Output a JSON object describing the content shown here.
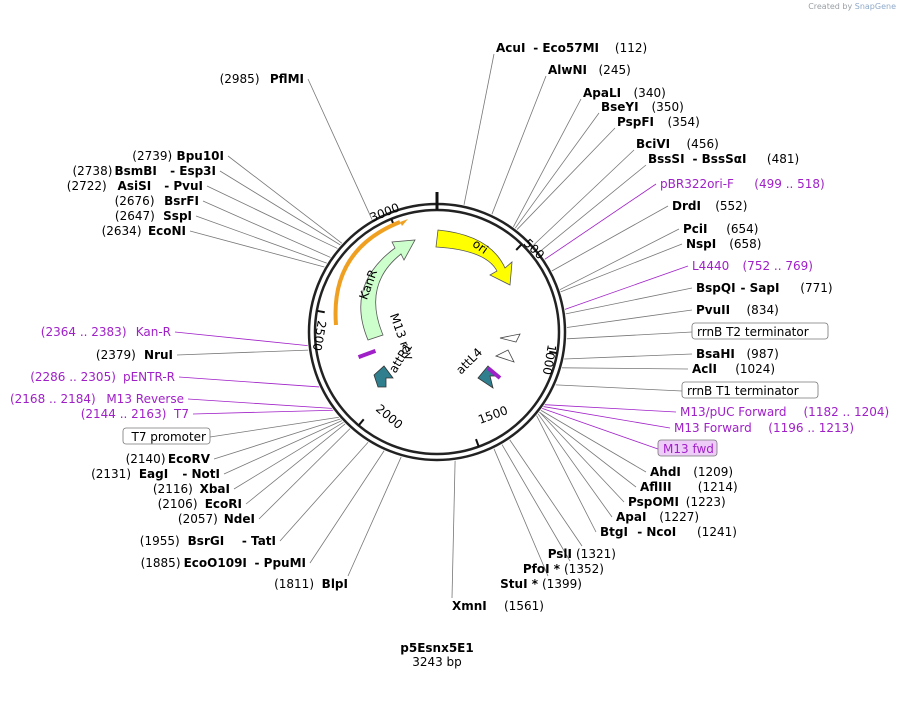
{
  "credit": {
    "prefix": "Created by",
    "brand": "SnapGene"
  },
  "plasmid": {
    "name": "p5Esnx5E1",
    "length": "3243 bp"
  },
  "tick_labels": [
    "3000",
    "500",
    "1000",
    "1500",
    "2000",
    "2500"
  ],
  "features": [
    {
      "name": "ori",
      "color": "#ffff00"
    },
    {
      "name": "KanR",
      "color": "#ccffcc"
    },
    {
      "name": "attL4",
      "color": "#2f7f8f"
    },
    {
      "name": "attR1",
      "color": "#2f7f8f"
    },
    {
      "name": "M13 rev",
      "color": "#a020c8"
    }
  ],
  "enzymes_top": [
    {
      "name": "AcuI",
      "name2": "Eco57MI",
      "pos": "(112)"
    },
    {
      "name": "AlwNI",
      "pos": "(245)"
    },
    {
      "name": "ApaLI",
      "pos": "(340)"
    },
    {
      "name": "BseYI",
      "pos": "(350)"
    },
    {
      "name": "PspFI",
      "pos": "(354)"
    },
    {
      "name": "BciVI",
      "pos": "(456)"
    },
    {
      "name": "BssSI",
      "name2": "BssSαI",
      "pos": "(481)"
    }
  ],
  "right_items": [
    {
      "kind": "primer",
      "name": "pBR322ori-F",
      "pos": "(499 .. 518)"
    },
    {
      "kind": "enzyme",
      "name": "DrdI",
      "pos": "(552)"
    },
    {
      "kind": "enzyme",
      "name": "PciI",
      "pos": "(654)"
    },
    {
      "kind": "enzyme",
      "name": "NspI",
      "pos": "(658)"
    },
    {
      "kind": "primer",
      "name": "L4440",
      "pos": "(752 .. 769)"
    },
    {
      "kind": "enzyme",
      "name": "BspQI",
      "name2": "SapI",
      "pos": "(771)"
    },
    {
      "kind": "enzyme",
      "name": "PvuII",
      "pos": "(834)"
    },
    {
      "kind": "boxed",
      "name": "rrnB T2 terminator"
    },
    {
      "kind": "enzyme",
      "name": "BsaHI",
      "pos": "(987)"
    },
    {
      "kind": "enzyme",
      "name": "AclI",
      "pos": "(1024)"
    },
    {
      "kind": "boxed",
      "name": "rrnB T1 terminator"
    },
    {
      "kind": "primer",
      "name": "M13/pUC Forward",
      "pos": "(1182 .. 1204)"
    },
    {
      "kind": "primer",
      "name": "M13 Forward",
      "pos": "(1196 .. 1213)"
    },
    {
      "kind": "boxed-primer",
      "name": "M13 fwd"
    },
    {
      "kind": "enzyme",
      "name": "AhdI",
      "pos": "(1209)"
    },
    {
      "kind": "enzyme",
      "name": "AflIII",
      "pos": "(1214)"
    },
    {
      "kind": "enzyme",
      "name": "PspOMI",
      "pos": "(1223)"
    },
    {
      "kind": "enzyme",
      "name": "ApaI",
      "pos": "(1227)"
    },
    {
      "kind": "enzyme",
      "name": "BtgI",
      "name2": "NcoI",
      "pos": "(1241)"
    }
  ],
  "bottom_items": [
    {
      "name": "PslI",
      "pos": "(1321)"
    },
    {
      "name": "PfoI *",
      "pos": "(1352)"
    },
    {
      "name": "StuI *",
      "pos": "(1399)"
    },
    {
      "name": "XmnI",
      "pos": "(1561)"
    },
    {
      "name": "BlpI",
      "pos": "(1811)"
    }
  ],
  "left_items": [
    {
      "kind": "enzyme",
      "name": "EcoO109I",
      "name2": "PpuMI",
      "pos": "(1885)"
    },
    {
      "kind": "enzyme",
      "name": "BsrGI",
      "name2": "TatI",
      "pos": "(1955)"
    },
    {
      "kind": "enzyme",
      "name": "NdeI",
      "pos": "(2057)"
    },
    {
      "kind": "enzyme",
      "name": "EcoRI",
      "pos": "(2106)"
    },
    {
      "kind": "enzyme",
      "name": "XbaI",
      "pos": "(2116)"
    },
    {
      "kind": "enzyme",
      "name": "EagI",
      "name2": "NotI",
      "pos": "(2131)"
    },
    {
      "kind": "enzyme",
      "name": "EcoRV",
      "pos": "(2140)"
    },
    {
      "kind": "boxed",
      "name": "T7 promoter"
    },
    {
      "kind": "primer",
      "name": "T7",
      "pos": "(2144 .. 2163)"
    },
    {
      "kind": "primer",
      "name": "M13 Reverse",
      "pos": "(2168 .. 2184)"
    },
    {
      "kind": "primer",
      "name": "pENTR-R",
      "pos": "(2286 .. 2305)"
    },
    {
      "kind": "enzyme",
      "name": "NruI",
      "pos": "(2379)"
    },
    {
      "kind": "primer",
      "name": "Kan-R",
      "pos": "(2364 .. 2383)"
    },
    {
      "kind": "enzyme",
      "name": "EcoNI",
      "pos": "(2634)"
    },
    {
      "kind": "enzyme",
      "name": "SspI",
      "pos": "(2647)"
    },
    {
      "kind": "enzyme",
      "name": "BsrFI",
      "pos": "(2676)"
    },
    {
      "kind": "enzyme",
      "name": "AsiSI",
      "name2": "PvuI",
      "pos": "(2722)"
    },
    {
      "kind": "enzyme",
      "name": "BsmBI",
      "name2": "Esp3I",
      "pos": "(2738)"
    },
    {
      "kind": "enzyme",
      "name": "Bpu10I",
      "pos": "(2739)"
    },
    {
      "kind": "enzyme",
      "name": "PflMI",
      "pos": "(2985)"
    }
  ]
}
